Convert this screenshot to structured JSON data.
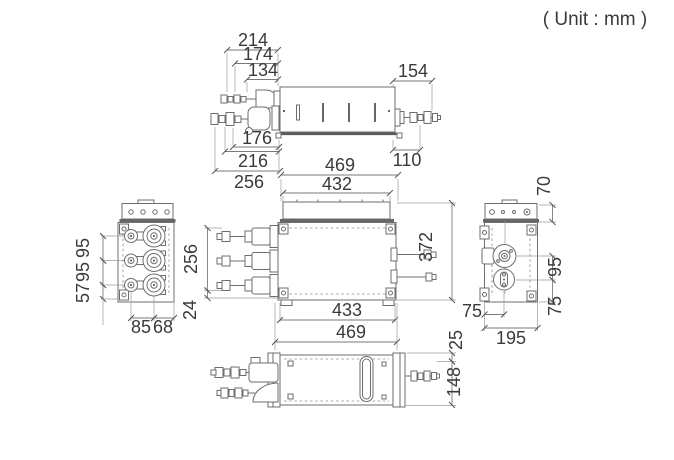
{
  "unit_label": "( Unit : mm )",
  "colors": {
    "background": "#ffffff",
    "line": "#6e6e6e",
    "text": "#3a3a3a"
  },
  "top_view": {
    "dims": {
      "overall_pipe_left": "214",
      "pipe_mid_left": "174",
      "pipe_inner_left": "134",
      "right_pipe_length": "154",
      "lower_pipe_inner": "176",
      "lower_pipe_outer": "216",
      "left_total": "256",
      "right_pipe_offset": "110"
    }
  },
  "front_view": {
    "dims": {
      "width_overall_top": "469",
      "width_cap": "432",
      "pipe_span_height": "256",
      "base_height": "24",
      "height_overall": "372",
      "width_body_bottom": "433",
      "width_overall_bottom": "469"
    }
  },
  "left_view": {
    "dims": {
      "pipe_pitch_upper": "95",
      "pipe_pitch_lower": "95",
      "bottom_offset": "57",
      "pipe_to_valve": "85",
      "valve_to_edge": "68"
    }
  },
  "right_view": {
    "dims": {
      "cap_height": "70",
      "pipe_pitch": "95",
      "bottom_pipe_offset": "75",
      "pipe_depth_offset": "75",
      "depth_overall": "195"
    }
  },
  "bottom_view": {
    "dims": {
      "pipe_edge_offset": "25",
      "pipe_to_far_edge": "148"
    }
  }
}
